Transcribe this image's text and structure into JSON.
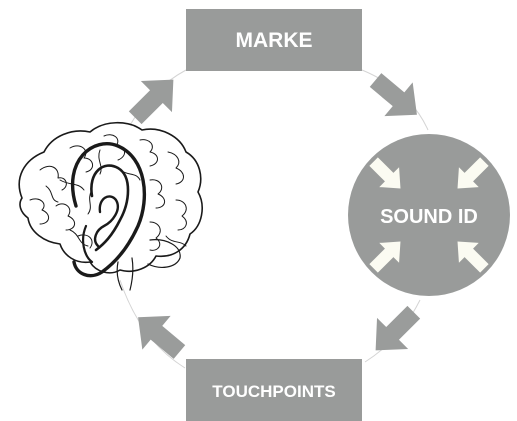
{
  "colors": {
    "box_fill": "#999b9a",
    "arrow_fill": "#9a9c9b",
    "inner_arrow_fill": "#fbfbf2",
    "label_text": "#ffffff",
    "connector": "#d4d4d4",
    "line_art": "#1a1a1a"
  },
  "nodes": {
    "top_box": {
      "label": "MARKE"
    },
    "right_circle": {
      "label": "SOUND ID"
    },
    "bottom_box": {
      "label": "TOUCHPOINTS"
    },
    "left_image": {
      "icon": "brain-with-ear-icon"
    }
  },
  "arrows": {
    "cycle": [
      "top-to-right",
      "right-to-bottom",
      "bottom-to-left",
      "left-to-top"
    ],
    "inward_arrows_on_circle": 4
  }
}
